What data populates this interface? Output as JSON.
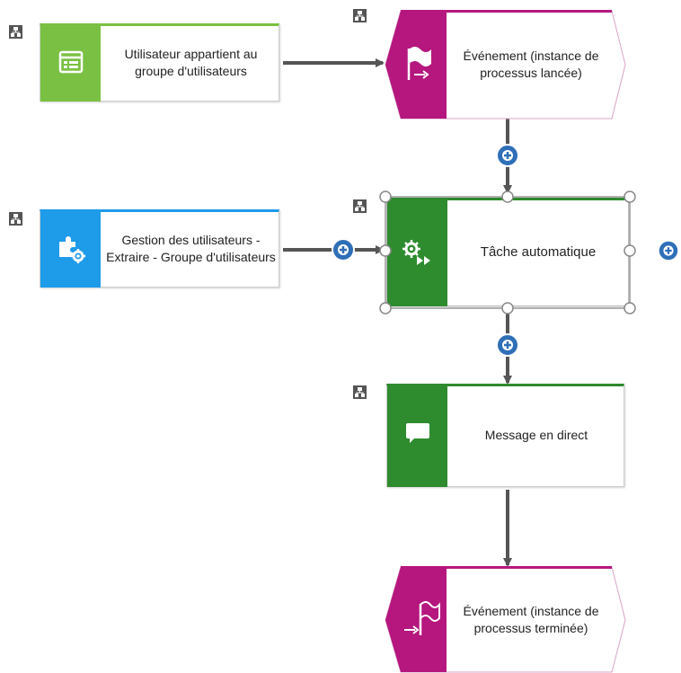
{
  "nodes": {
    "membership": {
      "label": "Utilisateur appartient au groupe d'utilisateurs",
      "icon": "list-window-icon",
      "color": "#7ac143"
    },
    "event_start": {
      "label": "Événement (instance de processus lancée)",
      "icon": "start-flag-icon",
      "color": "#b5177e"
    },
    "user_management": {
      "label": "Gestion des utilisateurs - Extraire - Groupe d'utilisateurs",
      "icon": "puzzle-gear-icon",
      "color": "#1e9be9"
    },
    "auto_task": {
      "label": "Tâche automatique",
      "icon": "gear-forward-icon",
      "color": "#2e8b2e"
    },
    "direct_message": {
      "label": "Message en direct",
      "icon": "speech-bubble-icon",
      "color": "#2e8b2e"
    },
    "event_end": {
      "label": "Événement (instance de processus terminée)",
      "icon": "end-flag-icon",
      "color": "#b5177e"
    }
  },
  "colors": {
    "connector": "#555555",
    "add_button": "#2f6fb8",
    "selection_handle": "#888888"
  }
}
